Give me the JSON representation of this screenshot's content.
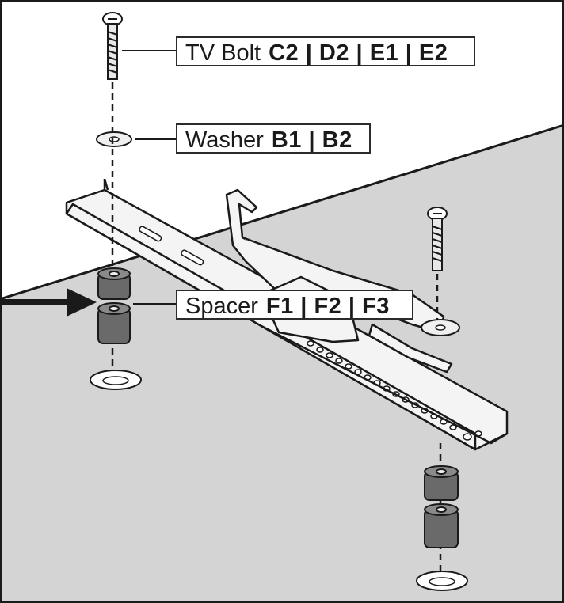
{
  "callouts": {
    "bolt": {
      "name": "TV Bolt",
      "codes": "C2 | D2 | E1 | E2"
    },
    "washer": {
      "name": "Washer",
      "codes": "B1 | B2"
    },
    "spacer": {
      "name": "Spacer",
      "codes": "F1 | F2 | F3"
    }
  },
  "colors": {
    "outline": "#1a1a1a",
    "wall_shading": "#d4d4d4",
    "spacer_body": "#6a6a6a",
    "metal": "#f4f4f4"
  }
}
